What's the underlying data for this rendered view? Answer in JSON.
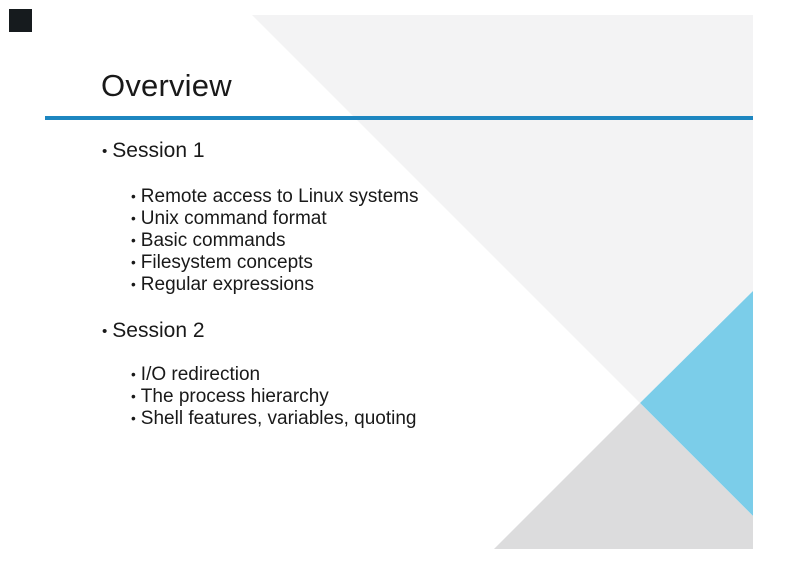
{
  "slide": {
    "title": "Overview",
    "bullet": "•",
    "sections": [
      {
        "label": "Session 1",
        "items": [
          "Remote access to Linux systems",
          "Unix command format",
          "Basic commands",
          "Filesystem concepts",
          "Regular expressions"
        ]
      },
      {
        "label": "Session 2",
        "items": [
          "I/O redirection",
          "The process hierarchy",
          "Shell features, variables, quoting"
        ]
      }
    ],
    "colors": {
      "title_rule_blue": "#1d86c0",
      "triangle_light_gray": "#f3f3f4",
      "triangle_dark_gray": "#dcdcdd",
      "triangle_blue": "#7bcde9",
      "corner_square_dark": "#161b1e",
      "text": "#191919",
      "background": "#ffffff"
    }
  }
}
